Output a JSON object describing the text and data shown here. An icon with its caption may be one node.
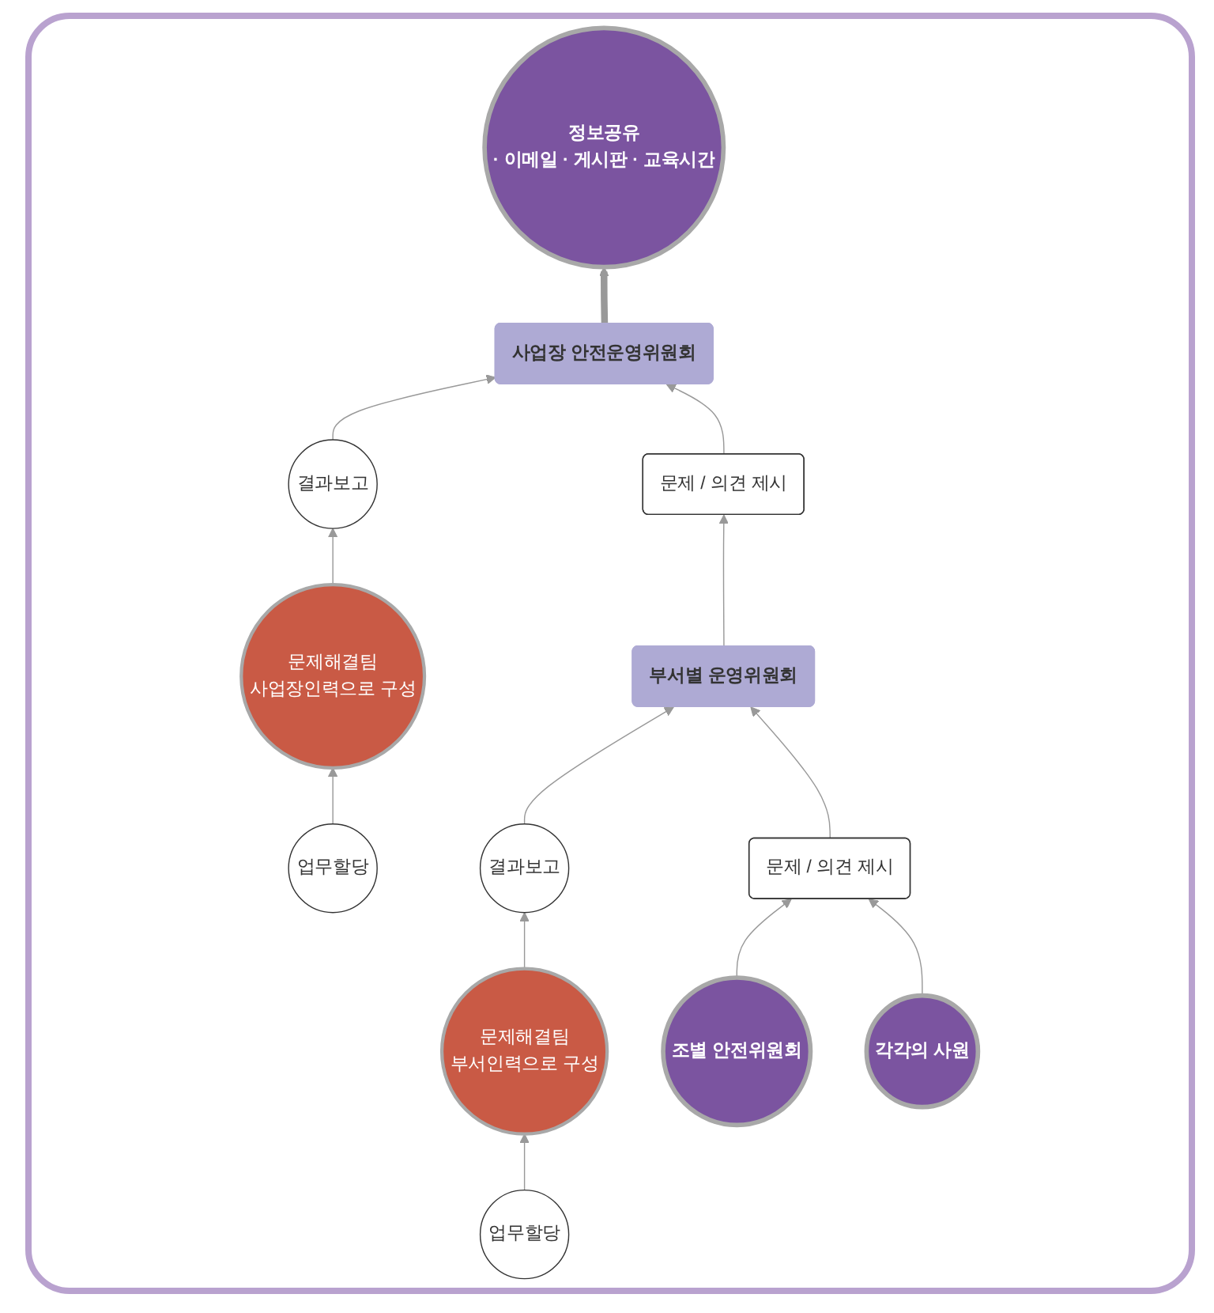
{
  "diagram": {
    "nodes": [
      {
        "text": [
          "정보공유",
          "· 이메일 · 게시판 · 교육시간"
        ]
      },
      {
        "text": [
          "사업장 안전운영위원회"
        ]
      },
      {
        "text": [
          "결과보고"
        ]
      },
      {
        "text": [
          "문제해결팀",
          "사업장인력으로 구성"
        ]
      },
      {
        "text": [
          "업무할당"
        ]
      },
      {
        "text": [
          "문제 / 의견 제시"
        ]
      },
      {
        "text": [
          "부서별 운영위원회"
        ]
      },
      {
        "text": [
          "결과보고"
        ]
      },
      {
        "text": [
          "문제해결팀",
          "부서인력으로 구성"
        ]
      },
      {
        "text": [
          "업무할당"
        ]
      },
      {
        "text": [
          "문제 / 의견 제시"
        ]
      },
      {
        "text": [
          "조별 안전위원회"
        ]
      },
      {
        "text": [
          "각각의 사원"
        ]
      }
    ],
    "edges": [
      {
        "from": 1,
        "to": 0,
        "arrow": "to",
        "style": "thick"
      },
      {
        "from": 2,
        "to": 1,
        "arrow": "to"
      },
      {
        "from": 3,
        "to": 2,
        "arrow": "to"
      },
      {
        "from": 4,
        "to": 3,
        "arrow": "to"
      },
      {
        "from": 5,
        "to": 1,
        "arrow": "to"
      },
      {
        "from": 6,
        "to": 5,
        "arrow": "to"
      },
      {
        "from": 7,
        "to": 6,
        "arrow": "to"
      },
      {
        "from": 8,
        "to": 7,
        "arrow": "to"
      },
      {
        "from": 9,
        "to": 8,
        "arrow": "to"
      },
      {
        "from": 10,
        "to": 6,
        "arrow": "to"
      },
      {
        "from": 11,
        "to": 10,
        "arrow": "to"
      },
      {
        "from": 12,
        "to": 10,
        "arrow": "to"
      }
    ]
  }
}
